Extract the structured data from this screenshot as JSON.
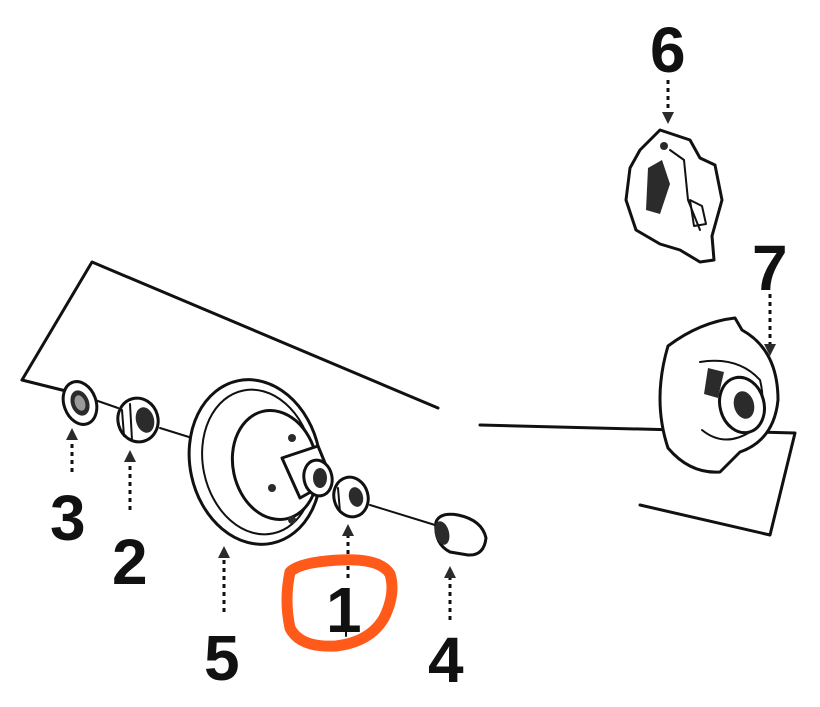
{
  "callouts": {
    "c1": "1",
    "c2": "2",
    "c3": "3",
    "c4": "4",
    "c5": "5",
    "c6": "6",
    "c7": "7"
  },
  "colors": {
    "ink": "#111111",
    "highlight": "#ff5a1a",
    "background": "#ffffff"
  }
}
